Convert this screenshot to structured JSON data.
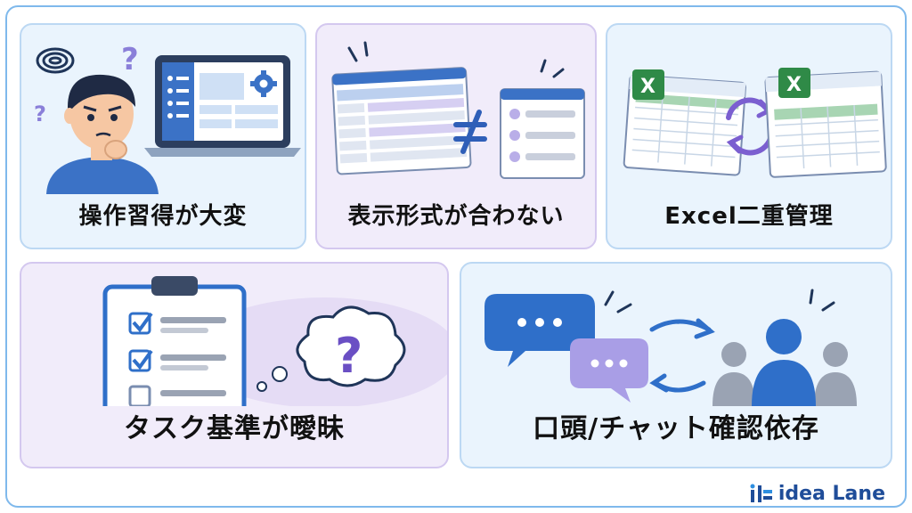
{
  "cards": [
    {
      "caption": "操作習得が大変"
    },
    {
      "caption": "表示形式が合わない"
    },
    {
      "caption": "Excel二重管理"
    },
    {
      "caption": "タスク基準が曖昧"
    },
    {
      "caption": "口頭/チャット確認依存"
    }
  ],
  "logo": {
    "text": "idea Lane"
  },
  "colors": {
    "frame": "#7fb9ec",
    "card_blue": "#eaf4fd",
    "card_purple": "#f1ecfa",
    "primary_blue": "#2f6fc9",
    "accent_purple": "#8a7fd9",
    "excel_green": "#2f8a47"
  }
}
